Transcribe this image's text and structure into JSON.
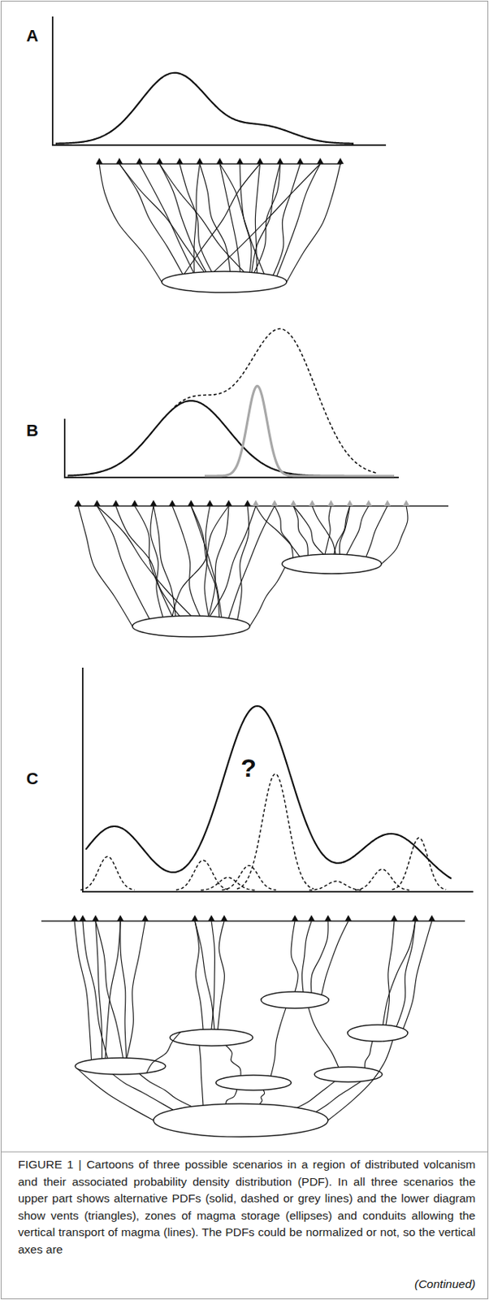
{
  "diagram": {
    "caption": "FIGURE 1 | Cartoons of three possible scenarios in a region of distributed volcanism and their associated probability density distribution (PDF). In all three scenarios the upper part shows alternative PDFs (solid, dashed or grey lines) and the lower diagram show vents (triangles), zones of magma storage (ellipses) and conduits allowing the vertical transport of magma (lines). The PDFs could be normalized or not, so the vertical axes are",
    "labels": [
      "A",
      "B",
      "C",
      "?",
      "(Continued)"
    ]
  }
}
